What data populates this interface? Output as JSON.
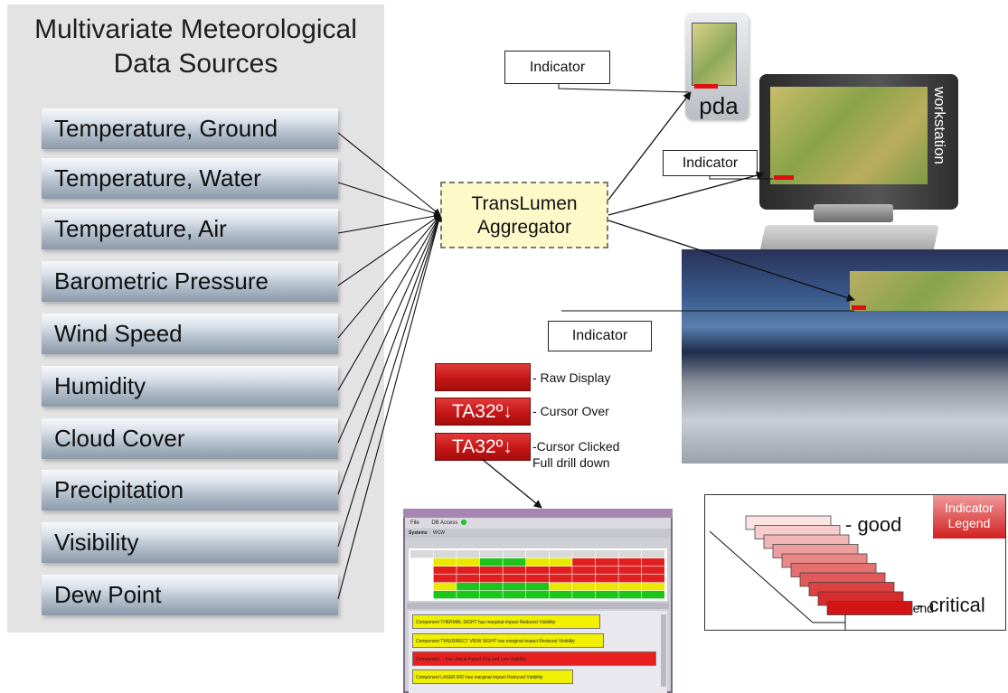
{
  "sources": {
    "title_line1": "Multivariate Meteorological",
    "title_line2": "Data Sources",
    "items": [
      "Temperature, Ground",
      "Temperature, Water",
      "Temperature, Air",
      "Barometric Pressure",
      "Wind Speed",
      "Humidity",
      "Cloud Cover",
      "Precipitation",
      "Visibility",
      "Dew Point"
    ]
  },
  "aggregator": {
    "line1": "TransLumen",
    "line2": "Aggregator"
  },
  "indicators": {
    "pda": "Indicator",
    "workstation": "Indicator",
    "control_room": "Indicator"
  },
  "devices": {
    "pda_label": "pda",
    "workstation_label": "workstation"
  },
  "states": {
    "raw_label": "- Raw Display",
    "hover_text": "TA32º↓",
    "hover_label": "- Cursor Over",
    "clicked_text": "TA32º↓",
    "clicked_label_line1": "-Cursor Clicked",
    "clicked_label_line2": "Full drill down"
  },
  "legend": {
    "badge_line1": "Indicator",
    "badge_line2": "Legend",
    "good": "- good",
    "critical": "- critical",
    "status_trend": "Status &Trend",
    "layer_count": 10,
    "colors": {
      "light": "#fbe3e3",
      "dark": "#d41414"
    }
  },
  "drilldown": {
    "menu_file": "File",
    "menu_db": "DB Access",
    "tabs": [
      "Systems",
      "WCW"
    ],
    "grid_cells": [
      [
        "#d8d8d8",
        "#d8d8d8",
        "#d8d8d8",
        "#d8d8d8",
        "#d8d8d8",
        "#d8d8d8",
        "#d8d8d8",
        "#d8d8d8",
        "#d8d8d8",
        "#d8d8d8",
        "#d8d8d8"
      ],
      [
        "#ffffff",
        "#e8e800",
        "#e8e800",
        "#1cc41c",
        "#1cc41c",
        "#e8e800",
        "#e8e800",
        "#e02020",
        "#e02020",
        "#e02020",
        "#e02020"
      ],
      [
        "#ffffff",
        "#e02020",
        "#e02020",
        "#e02020",
        "#e02020",
        "#e02020",
        "#e02020",
        "#e02020",
        "#e02020",
        "#e02020",
        "#e02020"
      ],
      [
        "#ffffff",
        "#e02020",
        "#e02020",
        "#e02020",
        "#e02020",
        "#e02020",
        "#e02020",
        "#e02020",
        "#e02020",
        "#e02020",
        "#e02020"
      ],
      [
        "#ffffff",
        "#e8e800",
        "#1cc41c",
        "#1cc41c",
        "#1cc41c",
        "#1cc41c",
        "#e8e800",
        "#e8e800",
        "#e8e800",
        "#e8e800",
        "#e8e800"
      ],
      [
        "#ffffff",
        "#1cc41c",
        "#1cc41c",
        "#1cc41c",
        "#1cc41c",
        "#1cc41c",
        "#1cc41c",
        "#1cc41c",
        "#1cc41c",
        "#1cc41c",
        "#1cc41c"
      ]
    ],
    "reports": [
      {
        "color": "#f0f000",
        "text": "Component THERMAL SIGHT has marginal impact  Reduced Visibility"
      },
      {
        "color": "#f0f000",
        "text": "Component TWS/DIRECT VIEW SIGHT has marginal impact  Reduced Visibility"
      },
      {
        "color": "#e82020",
        "text": "Component ... has critical impact  Fog and Low Visibility"
      },
      {
        "color": "#f0f000",
        "text": "Component LASER R/D has marginal impact  Reduced Visibility"
      }
    ]
  }
}
